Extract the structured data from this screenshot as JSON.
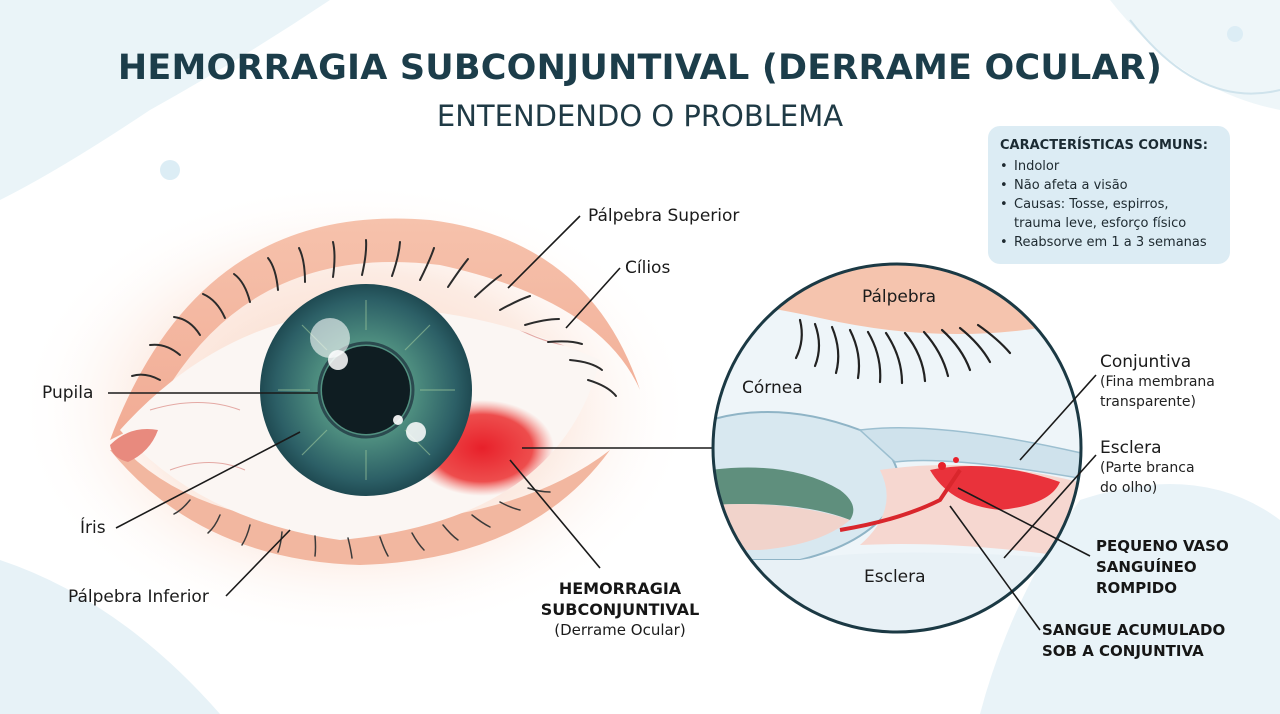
{
  "header": {
    "title": "HEMORRAGIA SUBCONJUNTIVAL (DERRAME OCULAR)",
    "subtitle": "ENTENDENDO O PROBLEMA"
  },
  "eye_labels": {
    "palpebra_superior": "Pálpebra Superior",
    "cilios": "Cílios",
    "pupila": "Pupila",
    "iris": "Íris",
    "palpebra_inferior": "Pálpebra Inferior",
    "hemorragia_line1": "HEMORRAGIA",
    "hemorragia_line2": "SUBCONJUNTIVAL",
    "hemorragia_line3": "(Derrame Ocular)"
  },
  "detail_labels": {
    "palpebra": "Pálpebra",
    "cornea": "Córnea",
    "esclera_inner": "Esclera",
    "conjuntiva_title": "Conjuntiva",
    "conjuntiva_desc1": "(Fina membrana",
    "conjuntiva_desc2": "transparente)",
    "esclera_title": "Esclera",
    "esclera_desc1": "(Parte branca",
    "esclera_desc2": "do olho)",
    "vaso_line1": "PEQUENO VASO",
    "vaso_line2": "SANGUÍNEO",
    "vaso_line3": "ROMPIDO",
    "sangue_line1": "SANGUE ACUMULADO",
    "sangue_line2": "SOB A CONJUNTIVA"
  },
  "characteristics": {
    "title": "CARACTERÍSTICAS COMUNS:",
    "items": [
      "Indolor",
      "Não afeta a visão",
      "Causas: Tosse, espirros,",
      "trauma leve, esforço físico",
      "Reabsorve em 1 a 3 semanas"
    ]
  },
  "colors": {
    "title": "#1c3d4a",
    "iris": "#2f6f73",
    "blood": "#e8202a",
    "skin": "#f4bfa8",
    "box_bg": "#dcecf4"
  }
}
